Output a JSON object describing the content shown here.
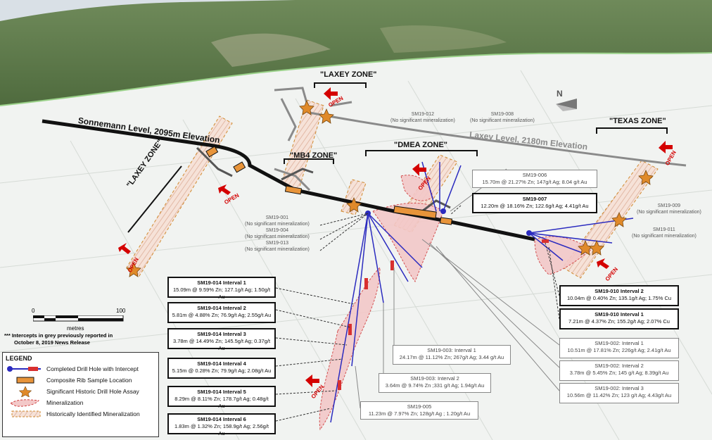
{
  "zones": {
    "laxey_upper": "\"LAXEY ZONE\"",
    "laxey_left": "\"LAXEY ZONE\"",
    "mb4": "\"MB4 ZONE\"",
    "dmea": "\"DMEA ZONE\"",
    "texas": "\"TEXAS ZONE\""
  },
  "levels": {
    "sonnemann": "Sonnemann Level, 2095m Elevation",
    "laxey": "Laxey Level, 2180m Elevation"
  },
  "open_label": "OPEN",
  "north_label": "N",
  "holes": {
    "sm19_012": {
      "name": "SM19-012",
      "note": "(No significant mineralization)"
    },
    "sm19_008": {
      "name": "SM19-008",
      "note": "(No significant mineralization)"
    },
    "sm19_001": {
      "name": "SM19-001",
      "note": "(No significant mineralization)"
    },
    "sm19_004": {
      "name": "SM19-004",
      "note": "(No significant mineralization)"
    },
    "sm19_013": {
      "name": "SM19-013",
      "note": "(No significant mineralization)"
    },
    "sm19_009": {
      "name": "SM19-009",
      "note": "(No significant mineralization)"
    },
    "sm19_011": {
      "name": "SM19-011",
      "note": "(No significant mineralization)"
    }
  },
  "boxes": {
    "b006": {
      "title": "SM19-006",
      "value": "15.70m @ 21.27% Zn; 147g/t Ag; 8.04 g/t Au"
    },
    "b007": {
      "title": "SM19-007",
      "value": "12.20m @ 18.16% Zn; 122.6g/t Ag; 4.41g/t Au"
    },
    "b014_1": {
      "title": "SM19-014 Interval 1",
      "value": "15.09m @ 9.59% Zn; 127.1g/t Ag; 1.50g/t Au"
    },
    "b014_2": {
      "title": "SM19-014 Interval 2",
      "value": "5.81m @ 4.88% Zn; 76.9g/t Ag; 2.55g/t Au"
    },
    "b014_3": {
      "title": "SM19-014 Interval 3",
      "value": "3.78m @ 14.49% Zn; 145.5g/t Ag; 0.37g/t Au"
    },
    "b014_4": {
      "title": "SM19-014 Interval 4",
      "value": "5.15m @ 0.28% Zn; 79.9g/t Ag; 2.08g/t Au"
    },
    "b014_5": {
      "title": "SM19-014 Interval 5",
      "value": "8.29m @ 8.11% Zn; 178.7g/t Ag; 0.48g/t Au"
    },
    "b014_6": {
      "title": "SM19-014 Interval 6",
      "value": "1.83m @ 1.32% Zn; 158.9g/t Ag; 2.56g/t Au"
    },
    "b010_2": {
      "title": "SM19-010 Interval 2",
      "value": "10.04m @ 0.40% Zn; 135.1g/t Ag; 1.75% Cu"
    },
    "b010_1": {
      "title": "SM19-010 Interval 1",
      "value": "7.21m @ 4.37% Zn; 155.2g/t Ag; 2.07% Cu"
    },
    "b003_1": {
      "title": "SM19-003: Interval 1",
      "value": "24.17m @ 11.12% Zn; 267g/t Ag; 3.44 g/t Au"
    },
    "b003_2": {
      "title": "SM19-003: Interval 2",
      "value": "3.64m @ 9.74% Zn ;331 g/t Ag; 1.94g/t Au"
    },
    "b005": {
      "title": "SM19-005",
      "value": "11.23m @ 7.97% Zn; 128g/t Ag ;  1.20g/t Au"
    },
    "b002_1": {
      "title": "SM19-002: Interval 1",
      "value": "10.51m @ 17.81% Zn; 226g/t Ag; 2.41g/t Au"
    },
    "b002_2": {
      "title": "SM19-002: Interval 2",
      "value": "3.78m @ 5.45% Zn; 145 g/t Ag; 8.39g/t Au"
    },
    "b002_3": {
      "title": "SM19-002: Interval 3",
      "value": "10.56m @ 11.42% Zn; 123 g/t Ag; 4.43g/t Au"
    }
  },
  "scale": {
    "zero": "0",
    "max": "100",
    "unit": "metres"
  },
  "note": {
    "line1": "*** Intercepts in grey previously reported in",
    "line2": "October 8, 2019 News Release"
  },
  "legend": {
    "title": "LEGEND",
    "items": [
      "Completed Drill Hole with Intercept",
      "Composite Rib Sample Location",
      "Significant Historic Drill Hole Assay",
      "Mineralization",
      "Historically Identified Mineralization"
    ]
  },
  "colors": {
    "tunnel": "#111111",
    "laxey_tunnel": "#8a8a8a",
    "drill": "#2b2bbf",
    "rib_sample": "#e8943a",
    "star": "#e08a2a",
    "mineral_fill": "#f3c8c8",
    "mineral_edge": "#d04040",
    "open": "#d40000"
  }
}
